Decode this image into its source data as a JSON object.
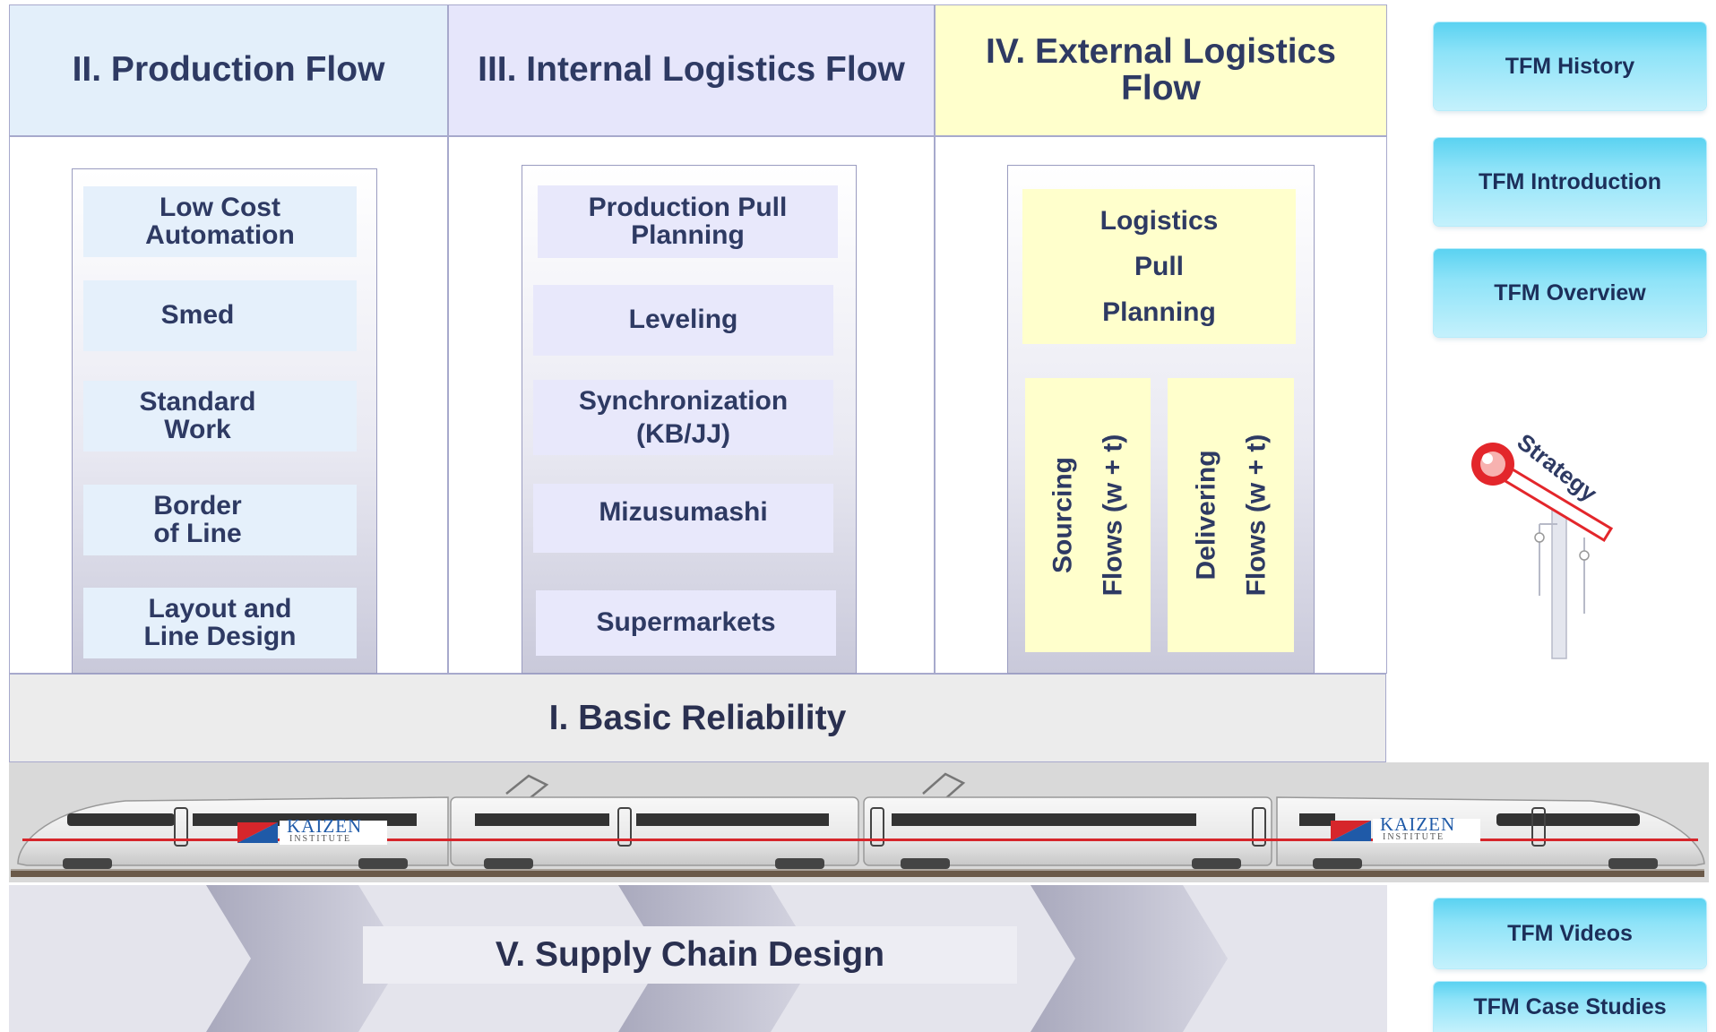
{
  "columns": {
    "production": {
      "title": "II. Production Flow",
      "items": [
        "Low Cost\nAutomation",
        "Smed",
        "Standard\nWork",
        "Border\nof Line",
        "Layout and\nLine Design"
      ]
    },
    "internal": {
      "title": "III. Internal Logistics Flow",
      "items": [
        "Production Pull\nPlanning",
        "Leveling",
        "Synchronization\n(KB/JJ)",
        "Mizusumashi",
        "Supermarkets"
      ]
    },
    "external": {
      "title": "IV. External Logistics\nFlow",
      "planning": "Logistics\nPull\nPlanning",
      "sourcing": "Sourcing\nFlows (w + t)",
      "delivering": "Delivering\nFlows (w + t)"
    }
  },
  "basic_reliability": "I. Basic Reliability",
  "supply_chain": "V. Supply Chain Design",
  "train": {
    "logo_main": "KAIZEN",
    "logo_sub": "INSTITUTE"
  },
  "strategy_label": "Strategy",
  "tfm_buttons": {
    "history": "TFM History",
    "introduction": "TFM Introduction",
    "overview": "TFM Overview",
    "videos": "TFM Videos",
    "case_studies": "TFM Case Studies"
  },
  "colors": {
    "production_header": "#e3effa",
    "internal_header": "#e6e6fb",
    "external_header": "#ffffcc",
    "button_accent": "#5ad2f1",
    "signal_red": "#e3262b"
  }
}
